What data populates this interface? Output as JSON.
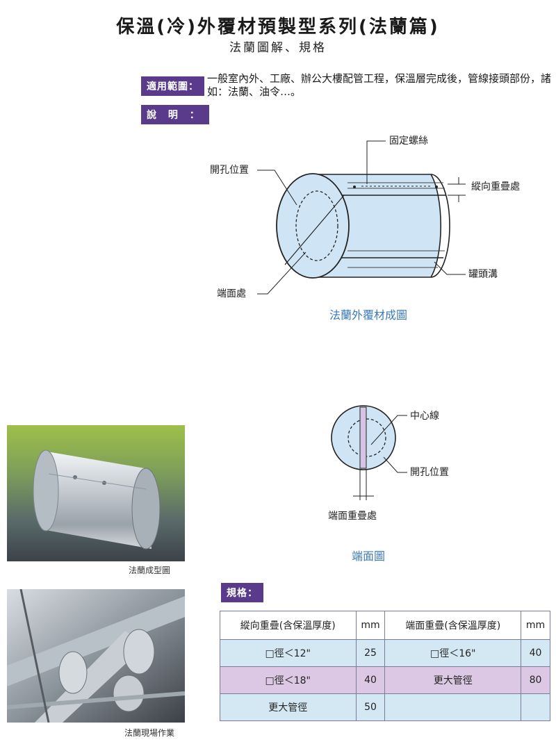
{
  "header": {
    "title": "保溫(冷)外覆材預製型系列(法蘭篇)",
    "subtitle": "法蘭圖解、規格"
  },
  "scope": {
    "label": "適用範圍：",
    "text": "一般室內外、工廠、辦公大樓配管工程，保溫層完成後，管線接頭部份，諸如：法蘭、油令…。"
  },
  "description": {
    "label": "說 明 ："
  },
  "diagram1": {
    "labels": {
      "fixing_screw": "固定螺絲",
      "hole_position": "開孔位置",
      "longitudinal_overlap": "縱向重疊處",
      "groove": "罐頭溝",
      "end_face": "端面處"
    },
    "caption": "法蘭外覆材成圖"
  },
  "diagram2": {
    "labels": {
      "center_line": "中心線",
      "hole_position": "開孔位置",
      "end_overlap": "端面重疊處"
    },
    "caption": "端面圖"
  },
  "photos": {
    "formed_caption": "法蘭成型圖",
    "site_caption": "法蘭現場作業"
  },
  "spec": {
    "label": "規格：",
    "headers": [
      "縱向重疊(含保溫厚度)",
      "mm",
      "端面重疊(含保溫厚度)",
      "mm"
    ],
    "rows": [
      [
        "□徑＜12\"",
        "25",
        "□徑＜16\"",
        "40"
      ],
      [
        "□徑＜18\"",
        "40",
        "更大管徑",
        "80"
      ],
      [
        "更大管徑",
        "50",
        "",
        ""
      ]
    ]
  },
  "colors": {
    "tag_purple": "#5a3a8a",
    "row_blue": "#d4e8f4",
    "row_purple": "#dcc8e4",
    "cylinder_blue": "#cfe5f5",
    "caption_blue": "#3a7ab8"
  }
}
